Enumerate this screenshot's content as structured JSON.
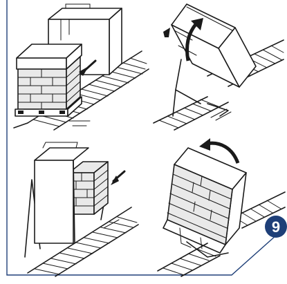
{
  "figure": {
    "step_number": "9",
    "panels": [
      {
        "id": "top-left"
      },
      {
        "id": "top-right"
      },
      {
        "id": "bottom-left"
      },
      {
        "id": "bottom-right"
      }
    ]
  },
  "colors": {
    "frame": "#1e3f78",
    "badge": "#1e3f78",
    "line_art": "#1a1a1a",
    "background": "#ffffff"
  }
}
